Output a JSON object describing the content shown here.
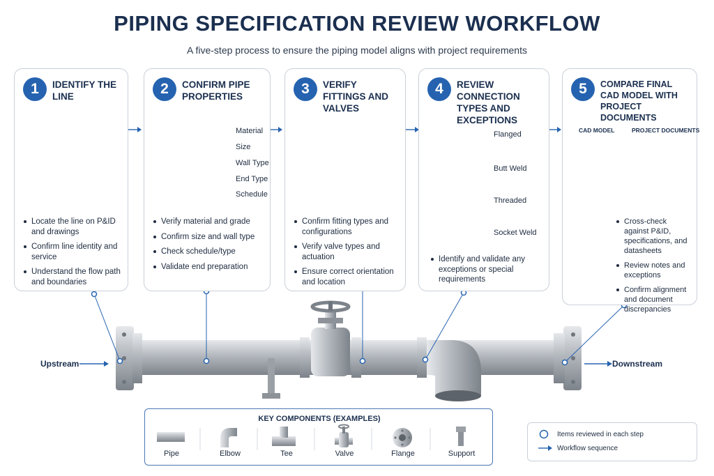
{
  "header": {
    "title": "PIPING SPECIFICATION REVIEW WORKFLOW",
    "subtitle": "A five-step process to ensure the piping model aligns with project requirements"
  },
  "steps": [
    {
      "number": "1",
      "title": "IDENTIFY THE LINE",
      "bullets": [
        "Locate the line on P&ID and drawings",
        "Confirm line identity and service",
        "Understand the flow path and boundaries"
      ]
    },
    {
      "number": "2",
      "title": "CONFIRM PIPE PROPERTIES",
      "labels": [
        "Material",
        "Size",
        "Wall Type",
        "End Type",
        "Schedule"
      ],
      "bullets": [
        "Verify material and grade",
        "Confirm size and wall type",
        "Check schedule/type",
        "Validate end preparation"
      ]
    },
    {
      "number": "3",
      "title": "VERIFY FITTINGS AND VALVES",
      "bullets": [
        "Confirm fitting types and configurations",
        "Verify valve types and actuation",
        "Ensure correct orientation and location"
      ]
    },
    {
      "number": "4",
      "title": "REVIEW CONNECTION TYPES AND EXCEPTIONS",
      "connections": [
        "Flanged",
        "Butt Weld",
        "Threaded",
        "Socket Weld"
      ],
      "bullets": [
        "Identify and validate any exceptions or special requirements"
      ]
    },
    {
      "number": "5",
      "title": "COMPARE FINAL CAD MODEL WITH PROJECT DOCUMENTS",
      "cad_label": "CAD MODEL",
      "docs_label": "PROJECT DOCUMENTS",
      "bullets": [
        "Cross-check against P&ID, specifications, and datasheets",
        "Review notes and exceptions",
        "Confirm alignment and document discrepancies"
      ]
    }
  ],
  "flow": {
    "upstream": "Upstream",
    "downstream": "Downstream"
  },
  "key": {
    "title": "KEY COMPONENTS (EXAMPLES)",
    "items": [
      "Pipe",
      "Elbow",
      "Tee",
      "Valve",
      "Flange",
      "Support"
    ]
  },
  "legend": {
    "reviewed": "Items reviewed in each step",
    "sequence": "Workflow sequence"
  },
  "colors": {
    "accent": "#2563b0",
    "pipe": "#a9aeb4",
    "title": "#1b2f4f"
  }
}
